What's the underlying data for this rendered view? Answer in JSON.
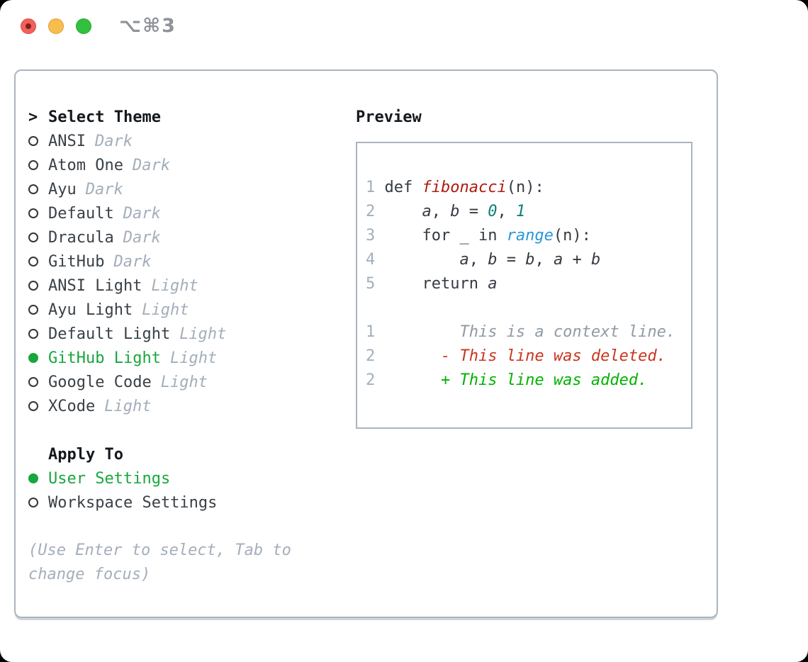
{
  "window": {
    "title": "⌥⌘3"
  },
  "colors": {
    "accent_green": "#17a73d",
    "added_green": "#00b200",
    "deleted_red": "#c9351f",
    "function_red": "#ad1b10",
    "number_teal": "#0c7e74",
    "builtin_blue": "#2b96da",
    "muted_gray": "#a3aebb",
    "border_gray": "#aab4be"
  },
  "theme_picker": {
    "prompt": ">",
    "title": "Select Theme",
    "items": [
      {
        "name": "ANSI",
        "variant": "Dark",
        "selected": false
      },
      {
        "name": "Atom One",
        "variant": "Dark",
        "selected": false
      },
      {
        "name": "Ayu",
        "variant": "Dark",
        "selected": false
      },
      {
        "name": "Default",
        "variant": "Dark",
        "selected": false
      },
      {
        "name": "Dracula",
        "variant": "Dark",
        "selected": false
      },
      {
        "name": "GitHub",
        "variant": "Dark",
        "selected": false
      },
      {
        "name": "ANSI Light",
        "variant": "Light",
        "selected": false
      },
      {
        "name": "Ayu Light",
        "variant": "Light",
        "selected": false
      },
      {
        "name": "Default Light",
        "variant": "Light",
        "selected": false
      },
      {
        "name": "GitHub Light",
        "variant": "Light",
        "selected": true
      },
      {
        "name": "Google Code",
        "variant": "Light",
        "selected": false
      },
      {
        "name": "XCode",
        "variant": "Light",
        "selected": false
      }
    ]
  },
  "apply_to": {
    "title": "Apply To",
    "options": [
      {
        "label": "User Settings",
        "selected": true
      },
      {
        "label": "Workspace Settings",
        "selected": false
      }
    ]
  },
  "hint": {
    "text": "(Use Enter to select, Tab to change focus)"
  },
  "preview": {
    "title": "Preview",
    "lines": [
      {
        "num": "1",
        "segs": [
          {
            "t": "def ",
            "s": "fg"
          },
          {
            "t": "fibonacci",
            "s": "fn"
          },
          {
            "t": "(n):",
            "s": "fg"
          }
        ]
      },
      {
        "num": "2",
        "segs": [
          {
            "t": "    ",
            "s": "fg"
          },
          {
            "t": "a",
            "s": "var"
          },
          {
            "t": ", ",
            "s": "fg"
          },
          {
            "t": "b",
            "s": "var"
          },
          {
            "t": " = ",
            "s": "fg"
          },
          {
            "t": "0",
            "s": "num"
          },
          {
            "t": ", ",
            "s": "fg"
          },
          {
            "t": "1",
            "s": "num"
          }
        ]
      },
      {
        "num": "3",
        "segs": [
          {
            "t": "    for _ in ",
            "s": "fg"
          },
          {
            "t": "range",
            "s": "blue"
          },
          {
            "t": "(n):",
            "s": "fg"
          }
        ]
      },
      {
        "num": "4",
        "segs": [
          {
            "t": "        ",
            "s": "fg"
          },
          {
            "t": "a",
            "s": "var"
          },
          {
            "t": ", ",
            "s": "fg"
          },
          {
            "t": "b",
            "s": "var"
          },
          {
            "t": " = ",
            "s": "fg"
          },
          {
            "t": "b",
            "s": "var"
          },
          {
            "t": ", ",
            "s": "fg"
          },
          {
            "t": "a",
            "s": "var"
          },
          {
            "t": " + ",
            "s": "fg"
          },
          {
            "t": "b",
            "s": "var"
          }
        ]
      },
      {
        "num": "5",
        "segs": [
          {
            "t": "    return ",
            "s": "fg"
          },
          {
            "t": "a",
            "s": "var"
          }
        ]
      },
      {
        "blank": true
      },
      {
        "num": "1",
        "segs": [
          {
            "t": "        This is a context line.",
            "s": "ctx"
          }
        ]
      },
      {
        "num": "2",
        "segs": [
          {
            "t": "      - This line was deleted.",
            "s": "del"
          }
        ]
      },
      {
        "num": "2",
        "segs": [
          {
            "t": "      + This line was added.",
            "s": "add"
          }
        ]
      }
    ]
  }
}
